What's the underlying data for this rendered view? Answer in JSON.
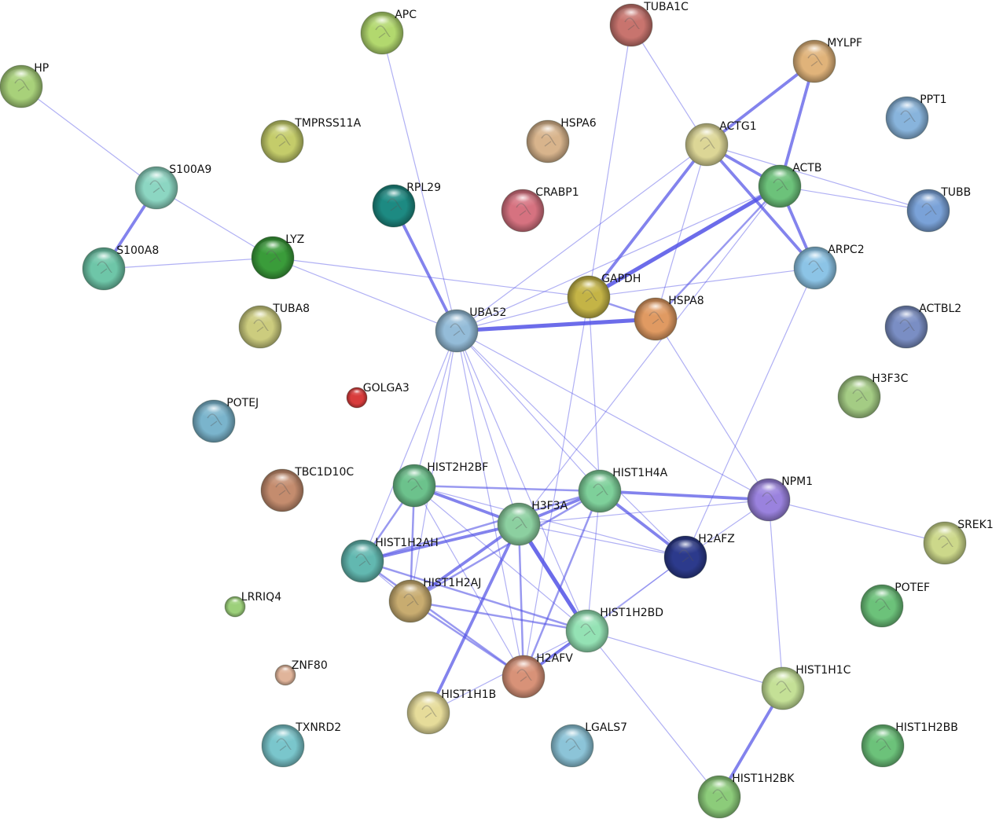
{
  "nodes": [
    {
      "id": "HP",
      "label": "HP",
      "color": "#a8d17a"
    },
    {
      "id": "APC",
      "label": "APC",
      "color": "#b2d86e"
    },
    {
      "id": "TUBA1C",
      "label": "TUBA1C",
      "color": "#c8746e"
    },
    {
      "id": "MYLPF",
      "label": "MYLPF",
      "color": "#e0b37a"
    },
    {
      "id": "PPT1",
      "label": "PPT1",
      "color": "#88b4dc"
    },
    {
      "id": "TMPRSS11A",
      "label": "TMPRSS11A",
      "color": "#c4cc6a"
    },
    {
      "id": "HSPA6",
      "label": "HSPA6",
      "color": "#d8b48c"
    },
    {
      "id": "ACTG1",
      "label": "ACTG1",
      "color": "#dcd696"
    },
    {
      "id": "S100A9",
      "label": "S100A9",
      "color": "#8cd6c2"
    },
    {
      "id": "RPL29",
      "label": "RPL29",
      "color": "#1d8a82"
    },
    {
      "id": "CRABP1",
      "label": "CRABP1",
      "color": "#d67280"
    },
    {
      "id": "ACTB",
      "label": "ACTB",
      "color": "#6cc27a"
    },
    {
      "id": "TUBB",
      "label": "TUBB",
      "color": "#7aa2d8"
    },
    {
      "id": "S100A8",
      "label": "S100A8",
      "color": "#6ec6a8"
    },
    {
      "id": "LYZ",
      "label": "LYZ",
      "color": "#3a9c3a"
    },
    {
      "id": "ARPC2",
      "label": "ARPC2",
      "color": "#8cc4e6"
    },
    {
      "id": "GAPDH",
      "label": "GAPDH",
      "color": "#c4b446"
    },
    {
      "id": "HSPA8",
      "label": "HSPA8",
      "color": "#e09a62"
    },
    {
      "id": "TUBA8",
      "label": "TUBA8",
      "color": "#cccc7e"
    },
    {
      "id": "UBA52",
      "label": "UBA52",
      "color": "#94bcd8"
    },
    {
      "id": "ACTBL2",
      "label": "ACTBL2",
      "color": "#7a8ec4"
    },
    {
      "id": "GOLGA3",
      "label": "GOLGA3",
      "color": "#d83c3c"
    },
    {
      "id": "H3F3C",
      "label": "H3F3C",
      "color": "#a4cc84"
    },
    {
      "id": "POTEJ",
      "label": "POTEJ",
      "color": "#7ab4cc"
    },
    {
      "id": "TBC1D10C",
      "label": "TBC1D10C",
      "color": "#c48c6e"
    },
    {
      "id": "HIST2H2BF",
      "label": "HIST2H2BF",
      "color": "#6cc28c"
    },
    {
      "id": "HIST1H4A",
      "label": "HIST1H4A",
      "color": "#7ed09a"
    },
    {
      "id": "NPM1",
      "label": "NPM1",
      "color": "#9a82de"
    },
    {
      "id": "H3F3A",
      "label": "H3F3A",
      "color": "#8cd0a0"
    },
    {
      "id": "SREK1",
      "label": "SREK1",
      "color": "#ccd88a"
    },
    {
      "id": "HIST1H2AH",
      "label": "HIST1H2AH",
      "color": "#62b8b0"
    },
    {
      "id": "H2AFZ",
      "label": "H2AFZ",
      "color": "#2c3a8c"
    },
    {
      "id": "HIST1H2AJ",
      "label": "HIST1H2AJ",
      "color": "#c8ac70"
    },
    {
      "id": "LRRIQ4",
      "label": "LRRIQ4",
      "color": "#9cd07a"
    },
    {
      "id": "POTEF",
      "label": "POTEF",
      "color": "#6cc27a"
    },
    {
      "id": "HIST1H2BD",
      "label": "HIST1H2BD",
      "color": "#94e2b4"
    },
    {
      "id": "ZNF80",
      "label": "ZNF80",
      "color": "#e0b49a"
    },
    {
      "id": "H2AFV",
      "label": "H2AFV",
      "color": "#d89278"
    },
    {
      "id": "HIST1H1C",
      "label": "HIST1H1C",
      "color": "#c4e096"
    },
    {
      "id": "HIST1H1B",
      "label": "HIST1H1B",
      "color": "#e6dc9a"
    },
    {
      "id": "TXNRD2",
      "label": "TXNRD2",
      "color": "#7ac6cc"
    },
    {
      "id": "LGALS7",
      "label": "LGALS7",
      "color": "#8cc4d8"
    },
    {
      "id": "HIST1H2BB",
      "label": "HIST1H2BB",
      "color": "#6cc27a"
    },
    {
      "id": "HIST1H2BK",
      "label": "HIST1H2BK",
      "color": "#8ccc7a"
    }
  ],
  "edges": [
    {
      "source": "HP",
      "target": "S100A9",
      "weight": 1
    },
    {
      "source": "S100A9",
      "target": "S100A8",
      "weight": 3
    },
    {
      "source": "S100A9",
      "target": "LYZ",
      "weight": 1
    },
    {
      "source": "S100A8",
      "target": "LYZ",
      "weight": 1
    },
    {
      "source": "LYZ",
      "target": "UBA52",
      "weight": 1
    },
    {
      "source": "LYZ",
      "target": "GAPDH",
      "weight": 1
    },
    {
      "source": "APC",
      "target": "UBA52",
      "weight": 1
    },
    {
      "source": "RPL29",
      "target": "UBA52",
      "weight": 3
    },
    {
      "source": "TUBA1C",
      "target": "ACTG1",
      "weight": 1
    },
    {
      "source": "TUBA1C",
      "target": "GAPDH",
      "weight": 1
    },
    {
      "source": "MYLPF",
      "target": "ACTG1",
      "weight": 3
    },
    {
      "source": "MYLPF",
      "target": "ACTB",
      "weight": 3
    },
    {
      "source": "ACTG1",
      "target": "ACTB",
      "weight": 3
    },
    {
      "source": "ACTG1",
      "target": "ARPC2",
      "weight": 3
    },
    {
      "source": "ACTG1",
      "target": "GAPDH",
      "weight": 3
    },
    {
      "source": "ACTG1",
      "target": "HSPA8",
      "weight": 1
    },
    {
      "source": "ACTG1",
      "target": "UBA52",
      "weight": 1
    },
    {
      "source": "ACTG1",
      "target": "TUBB",
      "weight": 1
    },
    {
      "source": "ACTB",
      "target": "ARPC2",
      "weight": 3
    },
    {
      "source": "ACTB",
      "target": "GAPDH",
      "weight": 4
    },
    {
      "source": "ACTB",
      "target": "HSPA8",
      "weight": 2
    },
    {
      "source": "ACTB",
      "target": "TUBB",
      "weight": 1
    },
    {
      "source": "ACTB",
      "target": "UBA52",
      "weight": 1
    },
    {
      "source": "ACTB",
      "target": "H3F3A",
      "weight": 1
    },
    {
      "source": "ARPC2",
      "target": "GAPDH",
      "weight": 1
    },
    {
      "source": "ARPC2",
      "target": "H2AFZ",
      "weight": 1
    },
    {
      "source": "GAPDH",
      "target": "HSPA8",
      "weight": 2
    },
    {
      "source": "GAPDH",
      "target": "UBA52",
      "weight": 1
    },
    {
      "source": "GAPDH",
      "target": "HIST1H4A",
      "weight": 1
    },
    {
      "source": "GAPDH",
      "target": "H2AFV",
      "weight": 1
    },
    {
      "source": "HSPA8",
      "target": "UBA52",
      "weight": 4
    },
    {
      "source": "HSPA8",
      "target": "NPM1",
      "weight": 1
    },
    {
      "source": "UBA52",
      "target": "HIST2H2BF",
      "weight": 1
    },
    {
      "source": "UBA52",
      "target": "HIST1H2AH",
      "weight": 1
    },
    {
      "source": "UBA52",
      "target": "HIST1H2AJ",
      "weight": 1
    },
    {
      "source": "UBA52",
      "target": "H3F3A",
      "weight": 1
    },
    {
      "source": "UBA52",
      "target": "HIST1H4A",
      "weight": 1
    },
    {
      "source": "UBA52",
      "target": "NPM1",
      "weight": 1
    },
    {
      "source": "UBA52",
      "target": "H2AFZ",
      "weight": 1
    },
    {
      "source": "UBA52",
      "target": "HIST1H2BD",
      "weight": 1
    },
    {
      "source": "UBA52",
      "target": "H2AFV",
      "weight": 1
    },
    {
      "source": "HIST2H2BF",
      "target": "HIST1H4A",
      "weight": 2
    },
    {
      "source": "HIST2H2BF",
      "target": "H3F3A",
      "weight": 3
    },
    {
      "source": "HIST2H2BF",
      "target": "HIST1H2AH",
      "weight": 2
    },
    {
      "source": "HIST2H2BF",
      "target": "HIST1H2AJ",
      "weight": 2
    },
    {
      "source": "HIST2H2BF",
      "target": "H2AFZ",
      "weight": 1
    },
    {
      "source": "HIST2H2BF",
      "target": "HIST1H2BD",
      "weight": 1
    },
    {
      "source": "HIST2H2BF",
      "target": "H2AFV",
      "weight": 1
    },
    {
      "source": "HIST1H4A",
      "target": "H3F3A",
      "weight": 3
    },
    {
      "source": "HIST1H4A",
      "target": "NPM1",
      "weight": 3
    },
    {
      "source": "HIST1H4A",
      "target": "H2AFZ",
      "weight": 3
    },
    {
      "source": "HIST1H4A",
      "target": "HIST1H2AH",
      "weight": 2
    },
    {
      "source": "HIST1H4A",
      "target": "HIST1H2AJ",
      "weight": 2
    },
    {
      "source": "HIST1H4A",
      "target": "HIST1H2BD",
      "weight": 1
    },
    {
      "source": "HIST1H4A",
      "target": "H2AFV",
      "weight": 2
    },
    {
      "source": "NPM1",
      "target": "H3F3A",
      "weight": 1
    },
    {
      "source": "NPM1",
      "target": "H2AFZ",
      "weight": 1
    },
    {
      "source": "NPM1",
      "target": "SREK1",
      "weight": 1
    },
    {
      "source": "NPM1",
      "target": "HIST1H1C",
      "weight": 1
    },
    {
      "source": "H3F3A",
      "target": "HIST1H2AH",
      "weight": 3
    },
    {
      "source": "H3F3A",
      "target": "HIST1H2AJ",
      "weight": 3
    },
    {
      "source": "H3F3A",
      "target": "H2AFZ",
      "weight": 1
    },
    {
      "source": "H3F3A",
      "target": "HIST1H2BD",
      "weight": 4
    },
    {
      "source": "H3F3A",
      "target": "H2AFV",
      "weight": 2
    },
    {
      "source": "H3F3A",
      "target": "HIST1H1B",
      "weight": 3
    },
    {
      "source": "HIST1H2AH",
      "target": "HIST1H2AJ",
      "weight": 1
    },
    {
      "source": "HIST1H2AH",
      "target": "HIST1H2BD",
      "weight": 2
    },
    {
      "source": "HIST1H2AH",
      "target": "H2AFV",
      "weight": 2
    },
    {
      "source": "HIST1H2AJ",
      "target": "HIST1H2BD",
      "weight": 2
    },
    {
      "source": "HIST1H2AJ",
      "target": "H2AFV",
      "weight": 2
    },
    {
      "source": "H2AFZ",
      "target": "HIST1H2BD",
      "weight": 1
    },
    {
      "source": "H2AFZ",
      "target": "H2AFV",
      "weight": 1
    },
    {
      "source": "HIST1H2BD",
      "target": "H2AFV",
      "weight": 3
    },
    {
      "source": "HIST1H2BD",
      "target": "HIST1H1B",
      "weight": 1
    },
    {
      "source": "HIST1H2BD",
      "target": "HIST1H1C",
      "weight": 1
    },
    {
      "source": "HIST1H2BD",
      "target": "HIST1H2BK",
      "weight": 1
    },
    {
      "source": "HIST1H1C",
      "target": "HIST1H2BK",
      "weight": 3
    }
  ]
}
